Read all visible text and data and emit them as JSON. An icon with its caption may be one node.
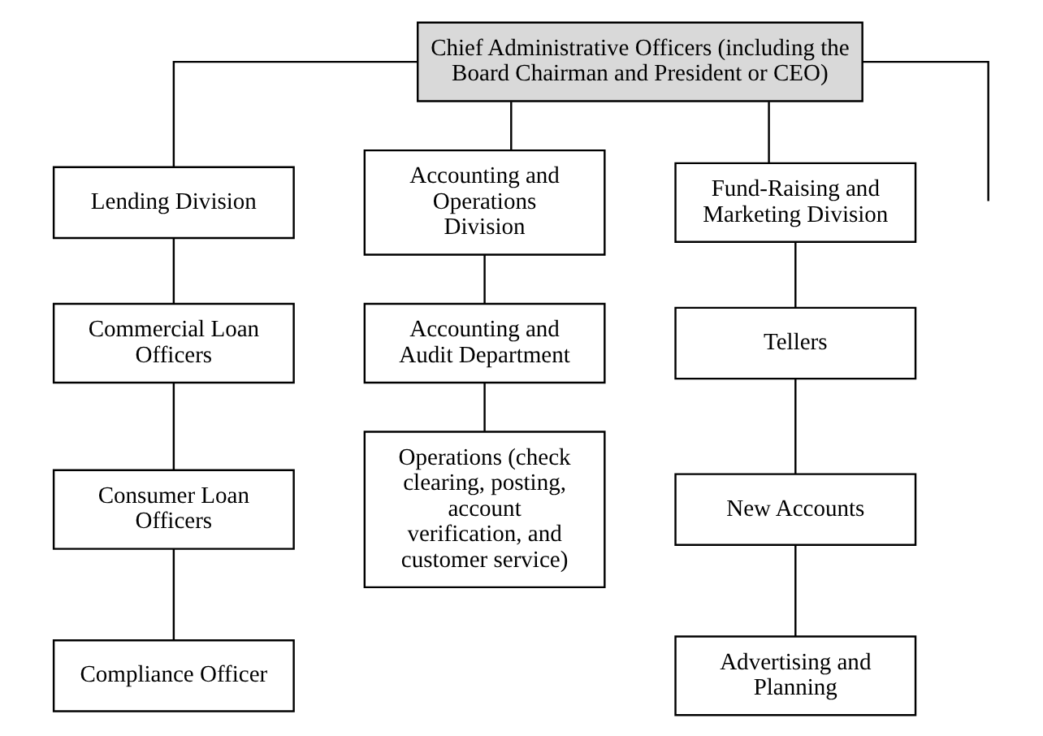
{
  "diagram": {
    "nodes": [
      {
        "text": [
          "Chief Administrative Officers (including the Board Chairman and President or CEO)"
        ]
      },
      {
        "text": [
          "Lending Division"
        ]
      },
      {
        "text": [
          "Commercial Loan Officers"
        ]
      },
      {
        "text": [
          "Consumer Loan Officers"
        ]
      },
      {
        "text": [
          "Compliance Officer"
        ]
      },
      {
        "text": [
          "Accounting and Operations Division"
        ]
      },
      {
        "text": [
          "Accounting and Audit Department"
        ]
      },
      {
        "text": [
          "Operations (check clearing, posting, account verification, and customer service)"
        ]
      },
      {
        "text": [
          "Fund-Raising and Marketing Division"
        ]
      },
      {
        "text": [
          "Tellers"
        ]
      },
      {
        "text": [
          "New Accounts"
        ]
      },
      {
        "text": [
          "Advertising and Planning"
        ]
      }
    ],
    "edges": [
      {
        "from": 0,
        "to": 1,
        "arrow": "none"
      },
      {
        "from": 0,
        "to": 5,
        "arrow": "none"
      },
      {
        "from": 0,
        "to": 8,
        "arrow": "none"
      },
      {
        "from": 0,
        "to": null,
        "arrow": "none"
      },
      {
        "from": 1,
        "to": 2,
        "arrow": "none"
      },
      {
        "from": 2,
        "to": 3,
        "arrow": "none"
      },
      {
        "from": 3,
        "to": 4,
        "arrow": "none"
      },
      {
        "from": 5,
        "to": 6,
        "arrow": "none"
      },
      {
        "from": 6,
        "to": 7,
        "arrow": "none"
      },
      {
        "from": 8,
        "to": 9,
        "arrow": "none"
      },
      {
        "from": 9,
        "to": 10,
        "arrow": "none"
      },
      {
        "from": 10,
        "to": 11,
        "arrow": "none"
      }
    ]
  }
}
